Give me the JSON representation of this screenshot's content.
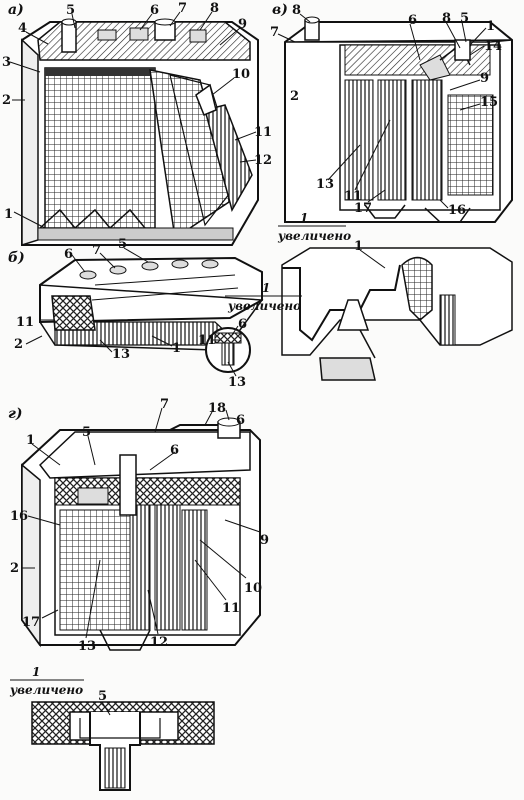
{
  "sections": {
    "a": "а)",
    "b": "б)",
    "v": "в)",
    "g": "г)"
  },
  "magnified_note": {
    "number": "1",
    "text": "увеличено"
  },
  "callouts": {
    "a": [
      "1",
      "2",
      "3",
      "4",
      "5",
      "6",
      "7",
      "8",
      "9",
      "10",
      "11",
      "12"
    ],
    "b": [
      "6",
      "7",
      "5",
      "11",
      "2",
      "13",
      "1"
    ],
    "b_inset": [
      "11",
      "6",
      "13"
    ],
    "v": [
      "8",
      "7",
      "2",
      "6",
      "8",
      "5",
      "1",
      "14",
      "9",
      "15",
      "13",
      "11",
      "17",
      "16"
    ],
    "v_inset": [
      "1"
    ],
    "g": [
      "7",
      "18",
      "6",
      "1",
      "5",
      "16",
      "2",
      "17",
      "13",
      "12",
      "11",
      "10",
      "9",
      "6"
    ],
    "g_inset": [
      "5"
    ]
  }
}
